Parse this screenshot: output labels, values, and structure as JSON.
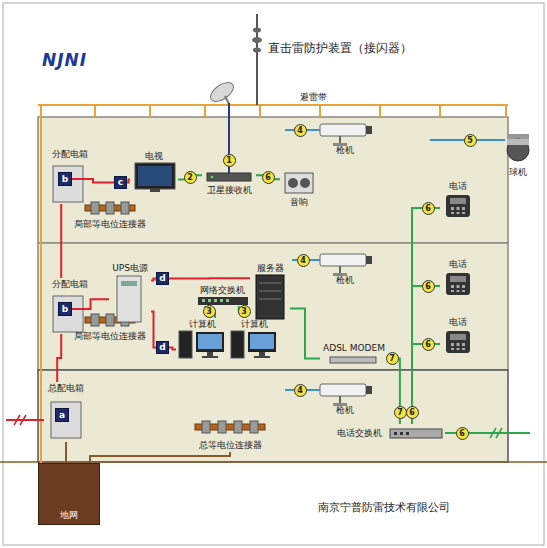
{
  "diagram": {
    "nodes": [
      {
        "text": [
          "分配电箱"
        ]
      },
      {
        "text": [
          "b"
        ],
        "in": 0
      },
      {
        "text": [
          "c"
        ]
      },
      {
        "text": [
          "电视"
        ]
      },
      {
        "text": [
          "卫星接收机"
        ]
      },
      {
        "text": [
          "音响"
        ]
      },
      {
        "text": [
          "枪机"
        ]
      },
      {
        "text": [
          "球机"
        ]
      },
      {
        "text": [
          "电话"
        ]
      },
      {
        "text": [
          "局部等电位连接器"
        ]
      },
      {
        "text": [
          "分配电箱"
        ]
      },
      {
        "text": [
          "b"
        ],
        "in": 10
      },
      {
        "text": [
          "UPS电源"
        ]
      },
      {
        "text": [
          "d"
        ]
      },
      {
        "text": [
          "网络交换机"
        ]
      },
      {
        "text": [
          "服务器"
        ]
      },
      {
        "text": [
          "枪机"
        ]
      },
      {
        "text": [
          "电话"
        ]
      },
      {
        "text": [
          "d"
        ]
      },
      {
        "text": [
          "计算机"
        ]
      },
      {
        "text": [
          "计算机"
        ]
      },
      {
        "text": [
          "局部等电位连接器"
        ]
      },
      {
        "text": [
          "电话"
        ]
      },
      {
        "text": [
          "ADSL MODEM"
        ]
      },
      {
        "text": [
          "总配电箱"
        ]
      },
      {
        "text": [
          "a"
        ],
        "in": 24
      },
      {
        "text": [
          "枪机"
        ]
      },
      {
        "text": [
          "电话交换机"
        ]
      },
      {
        "text": [
          "总等电位连接器"
        ]
      },
      {
        "text": [
          "地网"
        ]
      }
    ],
    "edges": [
      {
        "from": 24,
        "to": 10,
        "arrow": "none"
      },
      {
        "from": 10,
        "to": 0,
        "arrow": "none"
      },
      {
        "from": 1,
        "to": 2,
        "arrow": "none"
      },
      {
        "from": 2,
        "to": 3,
        "arrow": "none"
      },
      {
        "from": 3,
        "to": 4,
        "arrow": "none"
      },
      {
        "from": 4,
        "to": 5,
        "arrow": "none"
      },
      {
        "from": 11,
        "to": 12,
        "arrow": "none"
      },
      {
        "from": 12,
        "to": 13,
        "arrow": "none"
      },
      {
        "from": 12,
        "to": 18,
        "arrow": "none"
      },
      {
        "from": 13,
        "to": 15,
        "arrow": "none"
      },
      {
        "from": 18,
        "to": 19,
        "arrow": "none"
      },
      {
        "from": 14,
        "to": 19,
        "arrow": "none"
      },
      {
        "from": 14,
        "to": 20,
        "arrow": "none"
      },
      {
        "from": 15,
        "to": 23,
        "arrow": "none"
      },
      {
        "from": 23,
        "to": 27,
        "arrow": "none"
      },
      {
        "from": 27,
        "to": 8,
        "arrow": "none"
      },
      {
        "from": 27,
        "to": 17,
        "arrow": "none"
      },
      {
        "from": 27,
        "to": 22,
        "arrow": "none"
      }
    ],
    "labels": [
      "NJNI",
      "直击雷防护装置（接闪器）",
      "避雷带",
      "1",
      "2",
      "6",
      "4",
      "5",
      "6",
      "4",
      "3",
      "3",
      "6",
      "6",
      "7",
      "4",
      "7",
      "6",
      "6",
      "南京宁普防雷技术有限公司"
    ]
  }
}
